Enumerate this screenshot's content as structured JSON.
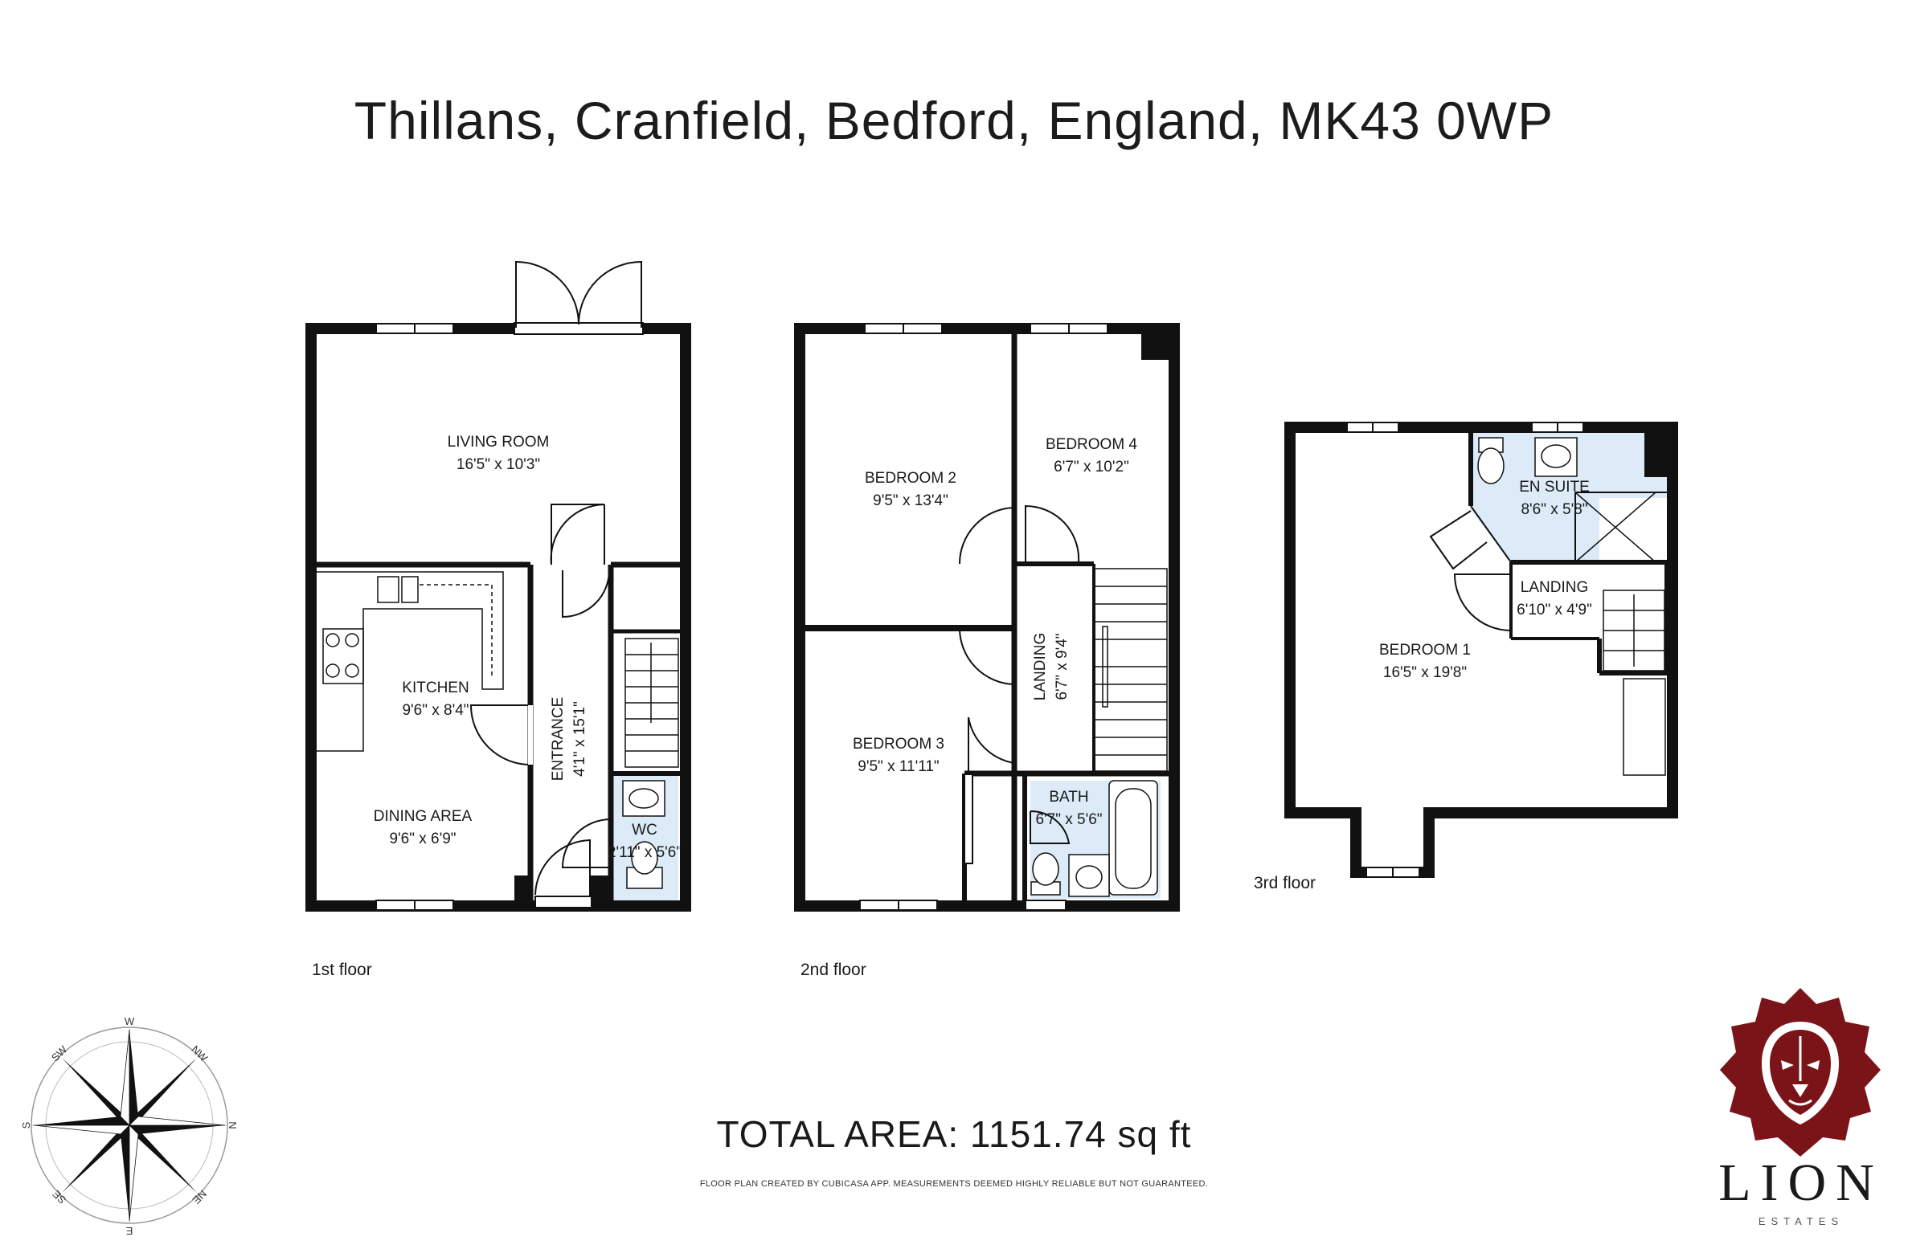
{
  "title": "Thillans, Cranfield, Bedford, England, MK43 0WP",
  "floors": {
    "first": {
      "label": "1st floor",
      "rooms": {
        "living_room": {
          "name": "LIVING ROOM",
          "dims": "16'5\" x 10'3\""
        },
        "kitchen": {
          "name": "KITCHEN",
          "dims": "9'6\" x 8'4\""
        },
        "dining_area": {
          "name": "DINING AREA",
          "dims": "9'6\" x 6'9\""
        },
        "entrance": {
          "name": "ENTRANCE",
          "dims": "4'1\" x 15'1\""
        },
        "wc": {
          "name": "WC",
          "dims": "2'11\" x 5'6\""
        }
      }
    },
    "second": {
      "label": "2nd floor",
      "rooms": {
        "bedroom_2": {
          "name": "BEDROOM 2",
          "dims": "9'5\" x 13'4\""
        },
        "bedroom_4": {
          "name": "BEDROOM 4",
          "dims": "6'7\" x 10'2\""
        },
        "bedroom_3": {
          "name": "BEDROOM 3",
          "dims": "9'5\" x 11'11\""
        },
        "landing": {
          "name": "LANDING",
          "dims": "6'7\" x 9'4\""
        },
        "bath": {
          "name": "BATH",
          "dims": "6'7\" x 5'6\""
        }
      }
    },
    "third": {
      "label": "3rd floor",
      "rooms": {
        "en_suite": {
          "name": "EN SUITE",
          "dims": "8'6\" x 5'8\""
        },
        "landing": {
          "name": "LANDING",
          "dims": "6'10\" x 4'9\""
        },
        "bedroom_1": {
          "name": "BEDROOM 1",
          "dims": "16'5\" x 19'8\""
        }
      }
    }
  },
  "total_area": "TOTAL AREA: 1151.74 sq ft",
  "disclaimer": "FLOOR PLAN CREATED BY CUBICASA APP. MEASUREMENTS DEEMED HIGHLY RELIABLE BUT NOT GUARANTEED.",
  "compass": {
    "labels": [
      "N",
      "NE",
      "E",
      "SE",
      "S",
      "SW",
      "W",
      "NW"
    ]
  },
  "logo": {
    "word": "LION",
    "sub": "ESTATES"
  },
  "colors": {
    "wall": "#111111",
    "wet_room": "#dcebf7",
    "logo": "#7a1419"
  }
}
